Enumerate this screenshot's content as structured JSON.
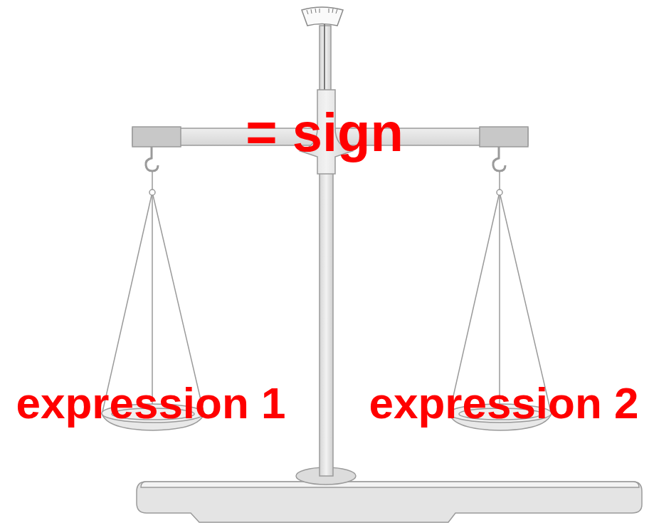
{
  "diagram": {
    "labels": [
      "= sign",
      "expression 1",
      "expression 2"
    ]
  }
}
